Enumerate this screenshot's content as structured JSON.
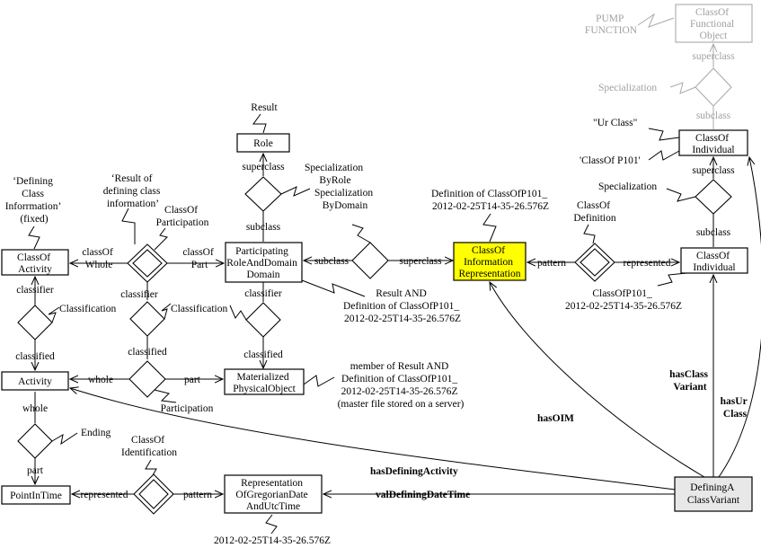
{
  "entities": {
    "classof_functional_object": [
      "ClassOf",
      "Functional",
      "Object"
    ],
    "pump_function": [
      "PUMP",
      "FUNCTION"
    ],
    "role": "Role",
    "classof_individual_top": [
      "ClassOf",
      "Individual"
    ],
    "classof_activity": [
      "ClassOf",
      "Activity"
    ],
    "participating_role": [
      "Participating",
      "RoleAndDomain",
      "Domain"
    ],
    "classof_information_representation": [
      "ClassOf",
      "Information",
      "Representation"
    ],
    "classof_individual_mid": [
      "ClassOf",
      "Individual"
    ],
    "activity": "Activity",
    "materialized_physical_object": [
      "Materialized",
      "PhysicalObject"
    ],
    "point_in_time": "PointInTime",
    "representation_gregorian": [
      "Representation",
      "OfGregorianDate",
      "AndUtcTime"
    ],
    "defining_a_class_variant": [
      "DefiningA",
      "ClassVariant"
    ]
  },
  "labels": {
    "superclass": "superclass",
    "subclass": "subclass",
    "specialization": "Specialization",
    "result": "Result",
    "specialization_by_role": [
      "Specialization",
      "ByRole"
    ],
    "specialization_by_domain": [
      "Specialization",
      "ByDomain"
    ],
    "ur_class": "\"Ur Class\"",
    "classof_p101": "'ClassOf P101'",
    "defining_class_information": [
      "‘Defining",
      "Class",
      "Inforrmation’",
      "(fixed)"
    ],
    "result_of_defining": [
      "‘Result of",
      "defining class",
      "information’"
    ],
    "classof_participation": [
      "ClassOf",
      "Participation"
    ],
    "classof_whole": [
      "classOf",
      "Whole"
    ],
    "classof_part": [
      "classOf",
      "Part"
    ],
    "definition_of_classofp101_top": [
      "Definition of ClassOfP101_",
      "2012-02-25T14-35-26.576Z"
    ],
    "classof_definition": [
      "ClassOf",
      "Definition"
    ],
    "pattern": "pattern",
    "represented": "represented",
    "classifier": "classifier",
    "classification": "Classification",
    "classified": "classified",
    "result_and_definition": [
      "Result AND",
      "Definition of ClassOfP101_",
      "2012-02-25T14-35-26.576Z"
    ],
    "classofp101_individual": [
      "ClassOfP101_",
      "2012-02-25T14-35-26.576Z"
    ],
    "whole": "whole",
    "part": "part",
    "participation": "Participation",
    "member_of_result": [
      "member  of Result AND",
      "Definition of ClassOfP101_",
      "2012-02-25T14-35-26.576Z",
      "(master file stored on a server)"
    ],
    "has_class_variant": [
      "hasClass",
      "Variant"
    ],
    "has_ur_class": [
      "hasUr",
      "Class"
    ],
    "has_oim": "hasOIM",
    "ending": "Ending",
    "classof_identification": [
      "ClassOf",
      "Identification"
    ],
    "has_defining_activity": "hasDefiningActivity",
    "val_defining_date_time": "valDefiningDateTime",
    "date_value": "2012-02-25T14-35-26.576Z"
  },
  "colors": {
    "highlight": "#ffff00",
    "defining_box": "#e8e8e8",
    "greyed": "#a0a0a0"
  }
}
